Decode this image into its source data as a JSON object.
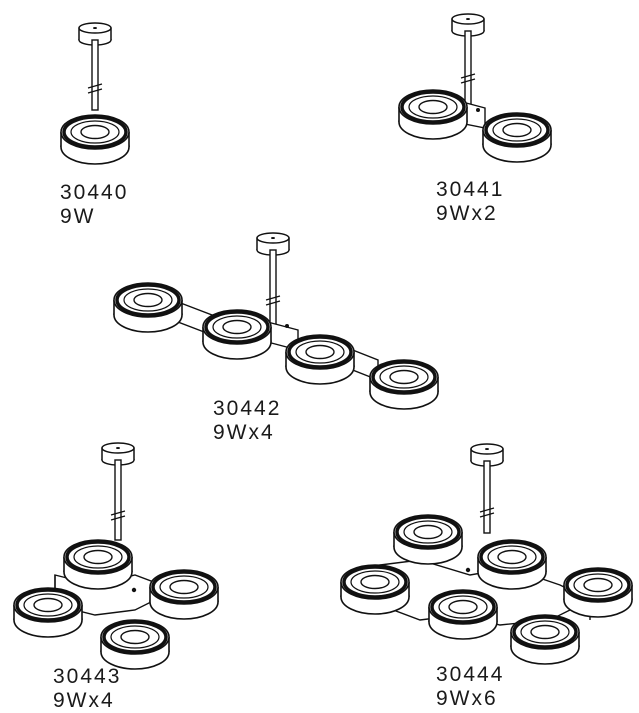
{
  "products": [
    {
      "model": "30440",
      "power": "9W"
    },
    {
      "model": "30441",
      "power": "9Wx2"
    },
    {
      "model": "30442",
      "power": "9Wx4"
    },
    {
      "model": "30443",
      "power": "9Wx4"
    },
    {
      "model": "30444",
      "power": "9Wx6"
    }
  ]
}
